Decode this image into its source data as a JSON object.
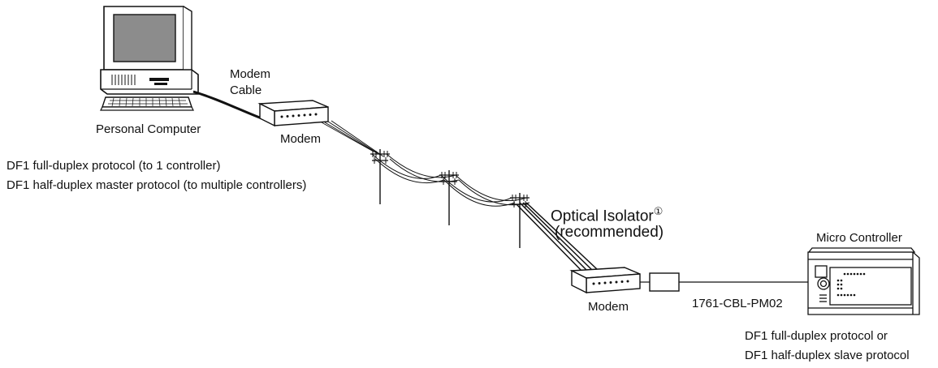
{
  "labels": {
    "modem_cable": "Modem\nCable",
    "personal_computer": "Personal Computer",
    "modem_top": "Modem",
    "pc_protocols": [
      "DF1 full-duplex protocol (to 1 controller)",
      "DF1 half-duplex master protocol (to multiple controllers)"
    ],
    "optical_isolator_line1": "Optical Isolator",
    "optical_isolator_mark": "①",
    "optical_isolator_line2": "(recommended)",
    "micro_controller": "Micro Controller",
    "modem_bottom": "Modem",
    "cable_part": "1761-CBL-PM02",
    "controller_protocols": [
      "DF1 full-duplex protocol or",
      "DF1 half-duplex slave protocol"
    ]
  },
  "colors": {
    "line": "#111111",
    "screen": "#8c8c8c",
    "paper": "#ffffff"
  }
}
